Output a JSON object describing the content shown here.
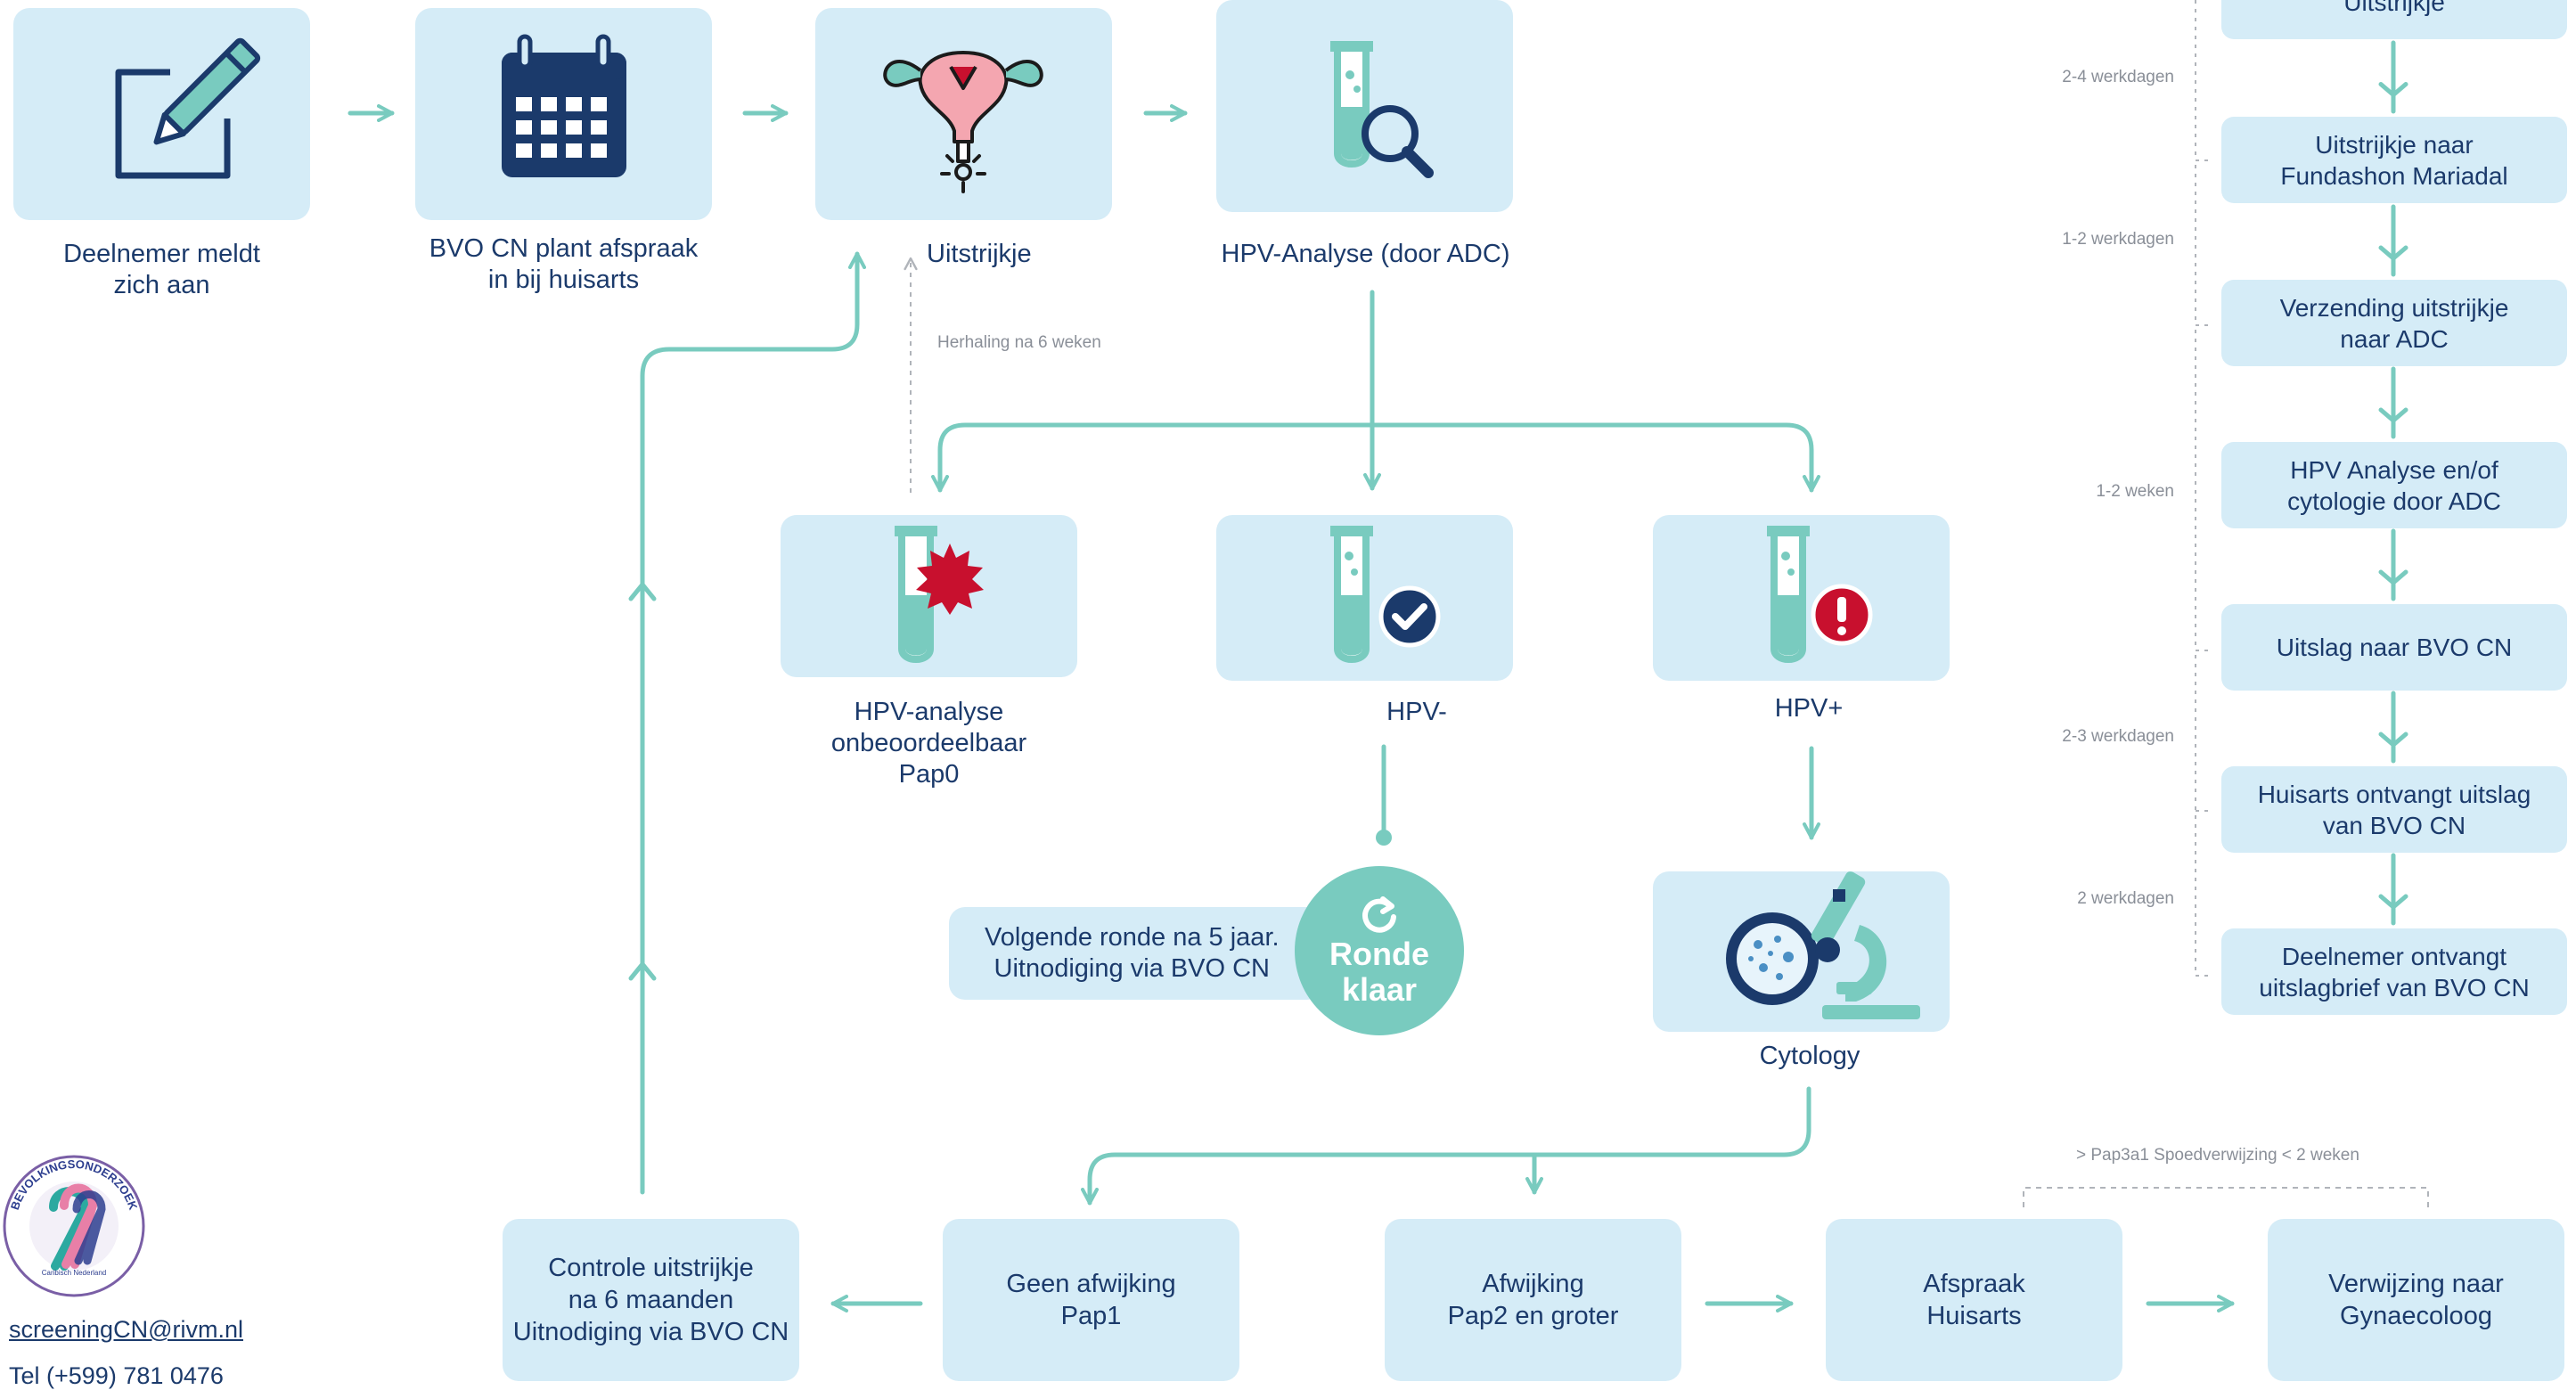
{
  "colors": {
    "box": "#d5ecf7",
    "line": "#79cbbf",
    "text": "#1b3a6b",
    "muted": "#8a8f98",
    "alert": "#c8102e"
  },
  "top_steps": [
    {
      "label": "Deelnemer meldt\nzich aan",
      "icon": "pencil-icon"
    },
    {
      "label": "BVO CN plant afspraak\nin bij huisarts",
      "icon": "calendar-icon"
    },
    {
      "label": "Uitstrijkje",
      "icon": "uterus-icon"
    },
    {
      "label": "HPV-Analyse (door ADC)",
      "icon": "test-tube-search-icon"
    }
  ],
  "repeat_note": "Herhaling na 6 weken",
  "results": [
    {
      "label": "HPV-analyse\nonbeoordeelbaar\nPap0",
      "icon": "test-tube-burst-icon"
    },
    {
      "label": "HPV-",
      "icon": "test-tube-check-icon"
    },
    {
      "label": "HPV+",
      "icon": "test-tube-alert-icon"
    }
  ],
  "next_round": {
    "text": "Volgende ronde na 5 jaar.\nUitnodiging via BVO CN",
    "badge_line1": "Ronde",
    "badge_line2": "klaar",
    "icon": "refresh-icon"
  },
  "cytology": {
    "label": "Cytology",
    "icon": "microscope-icon"
  },
  "bottom_boxes": [
    {
      "label": "Controle uitstrijkje\nna 6 maanden\nUitnodiging via BVO CN"
    },
    {
      "label": "Geen afwijking\nPap1"
    },
    {
      "label": "Afwijking\nPap2 en groter"
    },
    {
      "label": "Afspraak\nHuisarts"
    },
    {
      "label": "Verwijzing naar\nGynaecoloog"
    }
  ],
  "referral_note": "> Pap3a1 Spoedverwijzing < 2 weken",
  "timeline": {
    "steps": [
      "Uitstrijkje",
      "Uitstrijkje naar\nFundashon Mariadal",
      "Verzending uitstrijkje\nnaar ADC",
      "HPV Analyse en/of\ncytologie door ADC",
      "Uitslag naar BVO CN",
      "Huisarts ontvangt uitslag\nvan BVO CN",
      "Deelnemer ontvangt\nuitslagbrief van BVO CN"
    ],
    "durations": [
      "2-4 werkdagen",
      "1-2 werkdagen",
      "1-2 weken",
      "2-3 werkdagen",
      "2 werkdagen"
    ]
  },
  "logo": {
    "text_arc": "BEVOLKINGSONDERZOEK",
    "subtext": "Caribisch Nederland"
  },
  "contact": {
    "email": "screeningCN@rivm.nl",
    "phone": "Tel (+599) 781 0476"
  }
}
